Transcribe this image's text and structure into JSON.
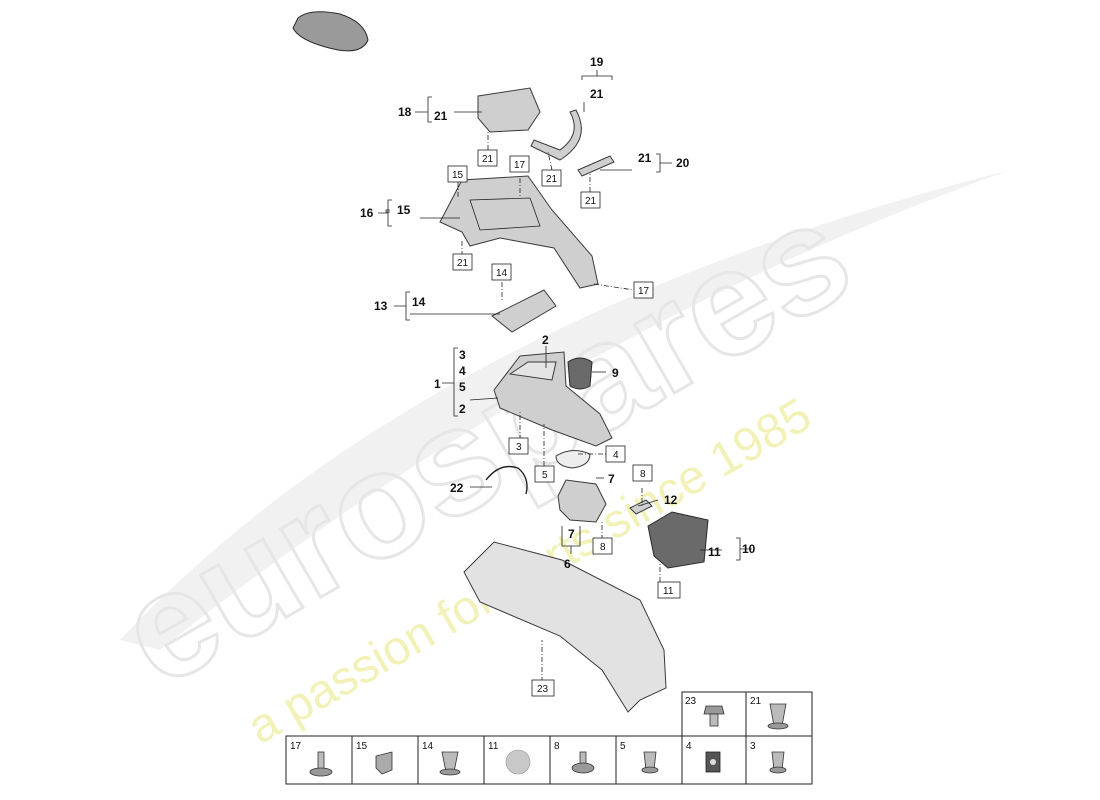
{
  "watermark": {
    "brand": "eurospares",
    "tagline": "a passion for parts since 1985"
  },
  "callouts": {
    "c18": "18",
    "c18_21": "21",
    "c19": "19",
    "c19_21": "21",
    "c20": "20",
    "c20_21": "21",
    "c16": "16",
    "c16_15": "15",
    "c13": "13",
    "c13_14": "14",
    "c1": "1",
    "c1_3": "3",
    "c1_4": "4",
    "c1_5": "5",
    "c1_2": "2",
    "c2": "2",
    "c9": "9",
    "c7a": "7",
    "c22": "22",
    "c12": "12",
    "c7b": "7",
    "c6": "6",
    "c10": "10",
    "c10_11": "11"
  },
  "boxed_labels": {
    "b21a": "21",
    "b21b": "21",
    "b21c": "21",
    "b21d": "21",
    "b15": "15",
    "b17a": "17",
    "b17b": "17",
    "b14": "14",
    "b3": "3",
    "b4": "4",
    "b5": "5",
    "b8a": "8",
    "b8b": "8",
    "b11": "11",
    "b23": "23"
  },
  "fastener_table": {
    "top_row": [
      {
        "number": "23",
        "icon": "screw-icon"
      },
      {
        "number": "21",
        "icon": "expanding-nut-icon"
      }
    ],
    "bottom_row": [
      {
        "number": "17",
        "icon": "expanding-rivet-icon"
      },
      {
        "number": "15",
        "icon": "clip-icon"
      },
      {
        "number": "14",
        "icon": "expanding-nut-icon"
      },
      {
        "number": "11",
        "icon": "round-pad-icon"
      },
      {
        "number": "8",
        "icon": "expanding-rivet-icon"
      },
      {
        "number": "5",
        "icon": "expanding-nut-icon"
      },
      {
        "number": "4",
        "icon": "square-nut-icon"
      },
      {
        "number": "3",
        "icon": "expanding-nut-icon"
      }
    ]
  }
}
